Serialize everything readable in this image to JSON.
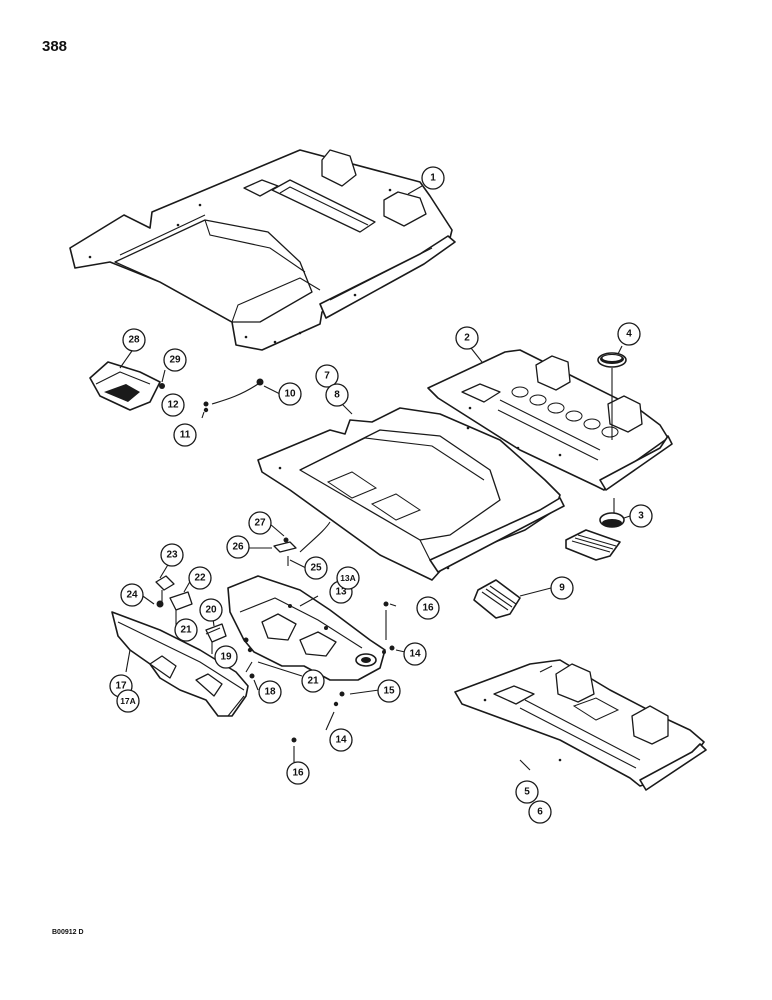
{
  "page_number": "388",
  "figure_code": "B00912 D",
  "callouts": [
    {
      "id": "c1",
      "label": "1"
    },
    {
      "id": "c2",
      "label": "2"
    },
    {
      "id": "c3",
      "label": "3"
    },
    {
      "id": "c4",
      "label": "4"
    },
    {
      "id": "c5",
      "label": "5"
    },
    {
      "id": "c6",
      "label": "6"
    },
    {
      "id": "c7",
      "label": "7"
    },
    {
      "id": "c8",
      "label": "8"
    },
    {
      "id": "c9",
      "label": "9"
    },
    {
      "id": "c10",
      "label": "10"
    },
    {
      "id": "c11",
      "label": "11"
    },
    {
      "id": "c12",
      "label": "12"
    },
    {
      "id": "c13",
      "label": "13"
    },
    {
      "id": "c13a",
      "label": "13A"
    },
    {
      "id": "c14a",
      "label": "14"
    },
    {
      "id": "c14b",
      "label": "14"
    },
    {
      "id": "c15",
      "label": "15"
    },
    {
      "id": "c16a",
      "label": "16"
    },
    {
      "id": "c16b",
      "label": "16"
    },
    {
      "id": "c17",
      "label": "17"
    },
    {
      "id": "c17a",
      "label": "17A"
    },
    {
      "id": "c18",
      "label": "18"
    },
    {
      "id": "c19",
      "label": "19"
    },
    {
      "id": "c20",
      "label": "20"
    },
    {
      "id": "c21a",
      "label": "21"
    },
    {
      "id": "c21b",
      "label": "21"
    },
    {
      "id": "c22",
      "label": "22"
    },
    {
      "id": "c23",
      "label": "23"
    },
    {
      "id": "c24",
      "label": "24"
    },
    {
      "id": "c25",
      "label": "25"
    },
    {
      "id": "c26",
      "label": "26"
    },
    {
      "id": "c27",
      "label": "27"
    },
    {
      "id": "c28",
      "label": "28"
    },
    {
      "id": "c29",
      "label": "29"
    }
  ]
}
